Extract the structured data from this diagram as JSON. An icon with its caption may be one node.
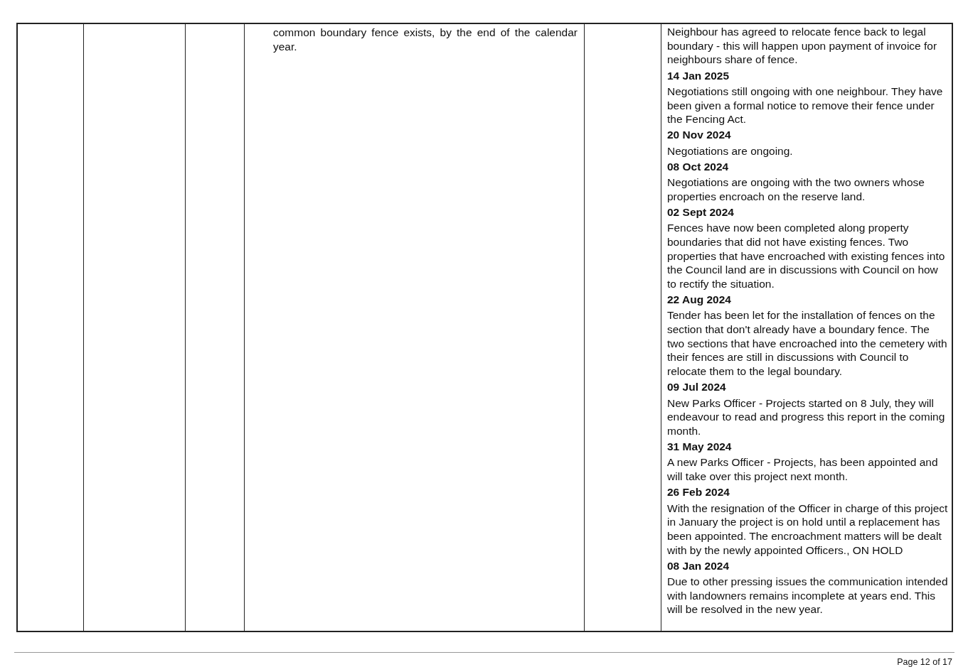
{
  "diagram": {
    "labels": [
      "common boundary fence exists, by the end of the calendar year.",
      "Neighbour has agreed to relocate fence back to legal boundary - this will happen upon payment of invoice for neighbours share of fence.",
      "14 Jan 2025",
      "Negotiations still ongoing with one neighbour.  They have been given a formal notice to remove their fence under the Fencing Act.",
      "20 Nov 2024",
      "Negotiations are ongoing.",
      "08 Oct 2024",
      "Negotiations are ongoing with the two owners whose properties encroach on the reserve land.",
      "02 Sept 2024",
      "Fences have now been completed along property boundaries that did not have existing fences. Two properties that have encroached with existing fences into the Council land are in discussions with Council on how to rectify the situation.",
      "22 Aug 2024",
      "Tender has been let for the installation of fences on the section that don't already have a boundary fence. The two sections that have encroached into the cemetery with their fences are still in discussions with Council to relocate them to the legal boundary.",
      "09 Jul 2024",
      "New Parks Officer - Projects started on 8 July, they will endeavour to read and progress this report in the coming month.",
      "31 May 2024",
      "A new Parks Officer - Projects, has been appointed and will take over this project next month.",
      "26 Feb 2024",
      "With the resignation of the Officer in charge of this project in January the project is on hold until a replacement has been appointed. The encroachment matters will be dealt with by the newly appointed Officers., ON HOLD",
      "08 Jan 2024",
      "Due to other pressing issues the communication intended with landowners remains incomplete at years end.  This will be resolved in the new year.",
      "Page 12 of 17"
    ]
  }
}
